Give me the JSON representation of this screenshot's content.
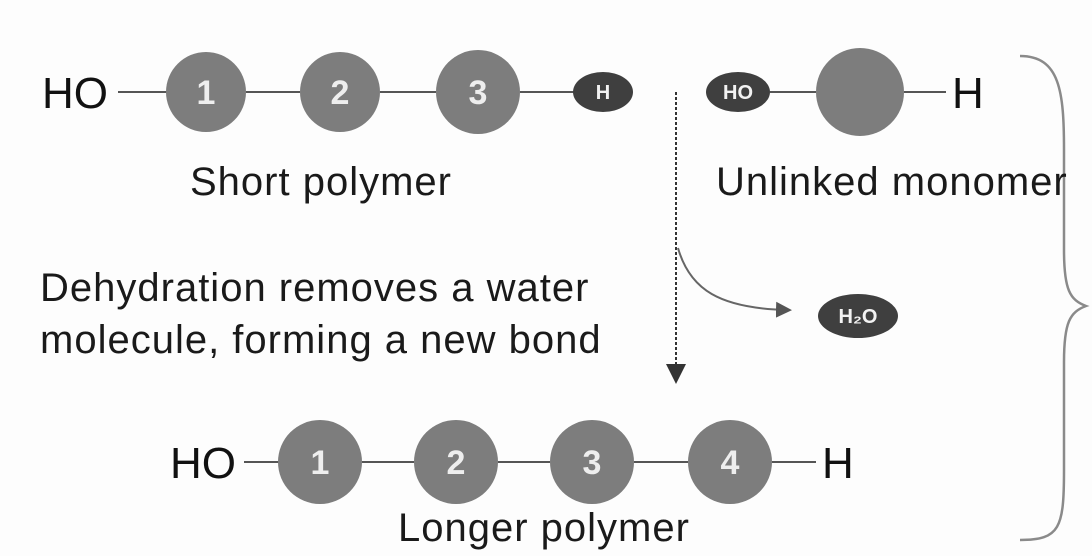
{
  "short_polymer": {
    "left_end": "HO",
    "monomers": [
      "1",
      "2",
      "3"
    ],
    "right_end": "H",
    "caption": "Short polymer"
  },
  "unlinked_monomer": {
    "left_end": "HO",
    "monomer": "",
    "right_end": "H",
    "caption": "Unlinked monomer"
  },
  "dehydration": {
    "line1": "Dehydration removes a water",
    "line2": "molecule, forming a new bond",
    "product": "H₂O"
  },
  "longer_polymer": {
    "left_end": "HO",
    "monomers": [
      "1",
      "2",
      "3",
      "4"
    ],
    "right_end": "H",
    "caption": "Longer polymer"
  },
  "colors": {
    "monomer": "#7d7d7d",
    "end_group": "#3f3f3f",
    "bracket": "#8a8a8a"
  }
}
